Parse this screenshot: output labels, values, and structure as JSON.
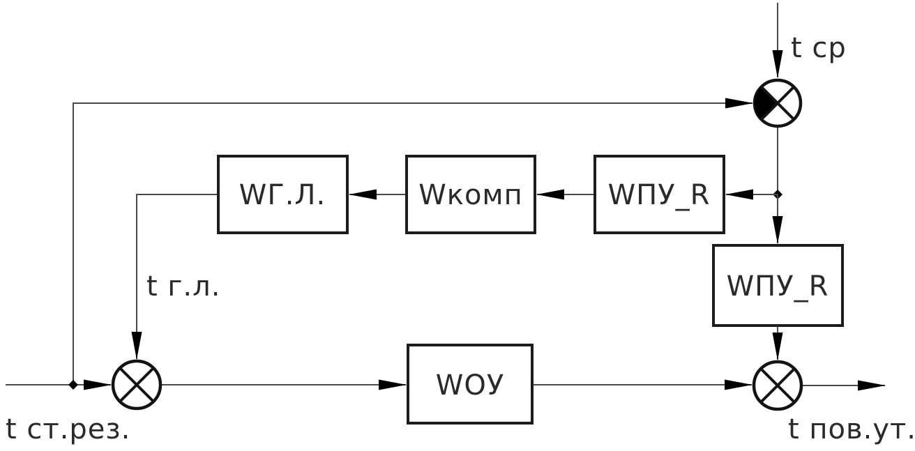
{
  "diagram": {
    "kind": "control-system-block-diagram",
    "colors": {
      "background": "#ffffff",
      "line": "#4a4a4a",
      "block_border": "#1c1c1c",
      "block_fill": "#ffffff",
      "arrow": "#000000",
      "text": "#2a2a2a"
    },
    "blocks": [
      {
        "id": "wgl",
        "label": "WГ.Л."
      },
      {
        "id": "wkomp",
        "label": "Wкомп"
      },
      {
        "id": "wpur-upper",
        "label": "WПУ_R"
      },
      {
        "id": "wpur-right",
        "label": "WПУ_R"
      },
      {
        "id": "woy",
        "label": "WОУ"
      }
    ],
    "signals": [
      {
        "id": "t-sr",
        "label": "t ср"
      },
      {
        "id": "t-gl",
        "label": "t г.л."
      },
      {
        "id": "t-st-rez",
        "label": "t ст.рез."
      },
      {
        "id": "t-pov-ut",
        "label": "t пов.ут."
      }
    ],
    "junctions": [
      {
        "id": "sum-top-right",
        "type": "summing-junction-filled-left-quadrant"
      },
      {
        "id": "sum-bottom-left",
        "type": "summing-junction"
      },
      {
        "id": "sum-bottom-right",
        "type": "summing-junction"
      }
    ]
  }
}
